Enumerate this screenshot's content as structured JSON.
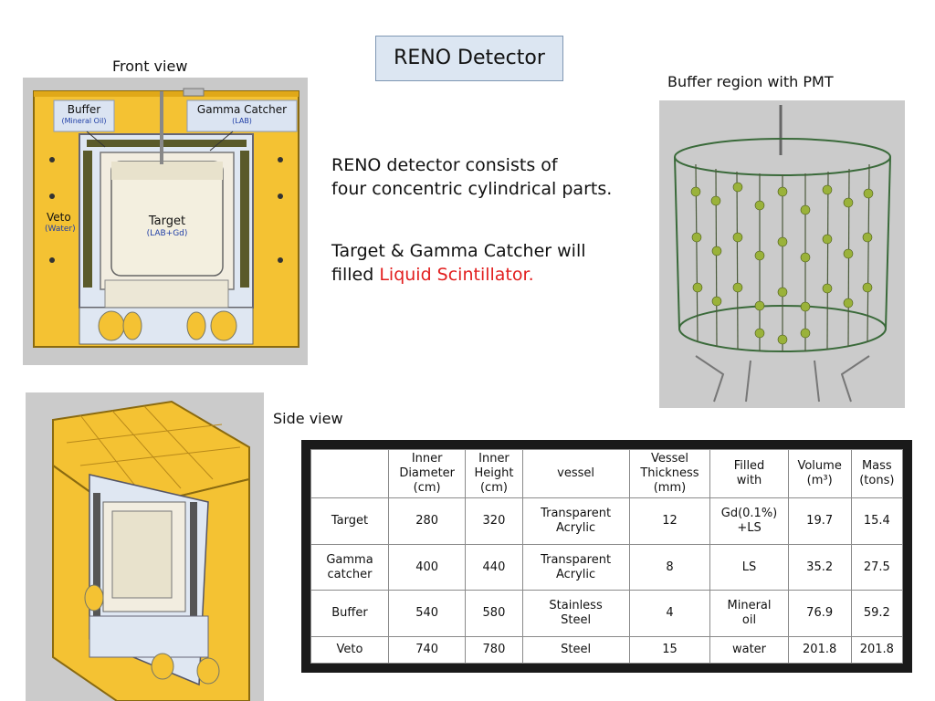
{
  "slide": {
    "title": "RENO Detector",
    "front_view_caption": "Front view",
    "buffer_caption": "Buffer region with PMT",
    "side_view_caption": "Side view",
    "body_line1": "RENO detector consists of",
    "body_line2": "four concentric cylindrical parts.",
    "body_line3": "Target & Gamma Catcher will",
    "body_line4_prefix": "filled ",
    "body_line4_highlight": "Liquid Scintillator.",
    "highlight_color": "#e21f1f"
  },
  "front_figure": {
    "buffer_label": "Buffer",
    "buffer_sub": "(Mineral Oil)",
    "gamma_label": "Gamma Catcher",
    "gamma_sub": "(LAB)",
    "veto_label": "Veto",
    "veto_sub": "(Water)",
    "target_label": "Target",
    "target_sub": "(LAB+Gd)"
  },
  "table": {
    "headers": [
      "",
      "Inner\nDiameter\n(cm)",
      "Inner\nHeight\n(cm)",
      "vessel",
      "Vessel\nThickness\n(mm)",
      "Filled\nwith",
      "Volume\n(m³)",
      "Mass\n(tons)"
    ],
    "rows": [
      [
        "Target",
        "280",
        "320",
        "Transparent\nAcrylic",
        "12",
        "Gd(0.1%)\n+LS",
        "19.7",
        "15.4"
      ],
      [
        "Gamma\ncatcher",
        "400",
        "440",
        "Transparent\nAcrylic",
        "8",
        "LS",
        "35.2",
        "27.5"
      ],
      [
        "Buffer",
        "540",
        "580",
        "Stainless\nSteel",
        "4",
        "Mineral\noil",
        "76.9",
        "59.2"
      ],
      [
        "Veto",
        "740",
        "780",
        "Steel",
        "15",
        "water",
        "201.8",
        "201.8"
      ]
    ]
  }
}
